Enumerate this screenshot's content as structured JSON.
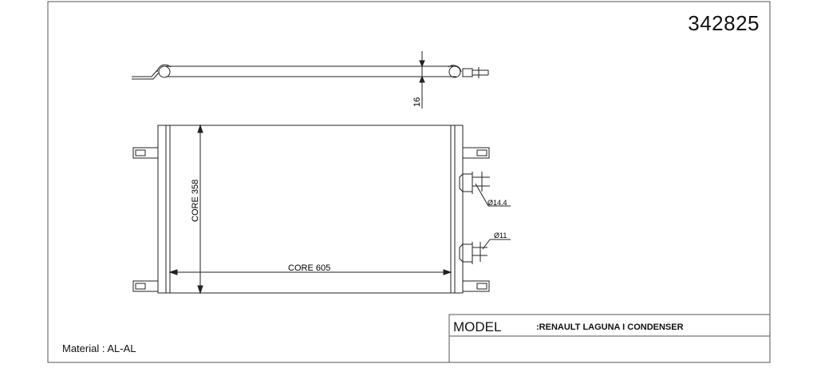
{
  "part_number": "342825",
  "dimensions": {
    "thickness": "16",
    "core_height": "CORE 358",
    "core_width": "CORE 605",
    "inlet_diameter": "Ø14.4",
    "outlet_diameter": "Ø11"
  },
  "title_block": {
    "model_label": "MODEL",
    "model_value": ":RENAULT LAGUNA I CONDENSER",
    "material": "Material  :  AL-AL"
  },
  "colors": {
    "line": "#222222",
    "frame": "#555555",
    "background": "#ffffff"
  }
}
